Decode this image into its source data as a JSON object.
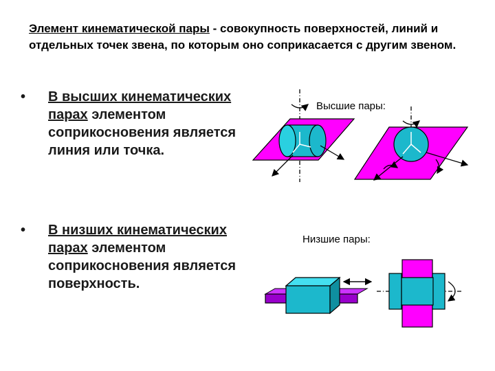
{
  "definition": {
    "term": "Элемент кинематической пары",
    "rest": " - совокупность поверхностей, линий и отдельных точек звена, по которым оно соприкасается с другим звеном."
  },
  "bullets": [
    {
      "symbol": "•",
      "underlined": "В высших кинематических парах",
      "rest": " элементом соприкосновения является линия или точка."
    },
    {
      "symbol": "•",
      "underlined": "В низших кинематических парах",
      "rest": " элементом соприкосновения является поверхность."
    }
  ],
  "figures": {
    "higher_label": "Высшие пары:",
    "lower_label": "Низшие пары:"
  },
  "colors": {
    "magenta": "#ff00ff",
    "cyan": "#1cb8cc",
    "purple": "#9900cc"
  }
}
